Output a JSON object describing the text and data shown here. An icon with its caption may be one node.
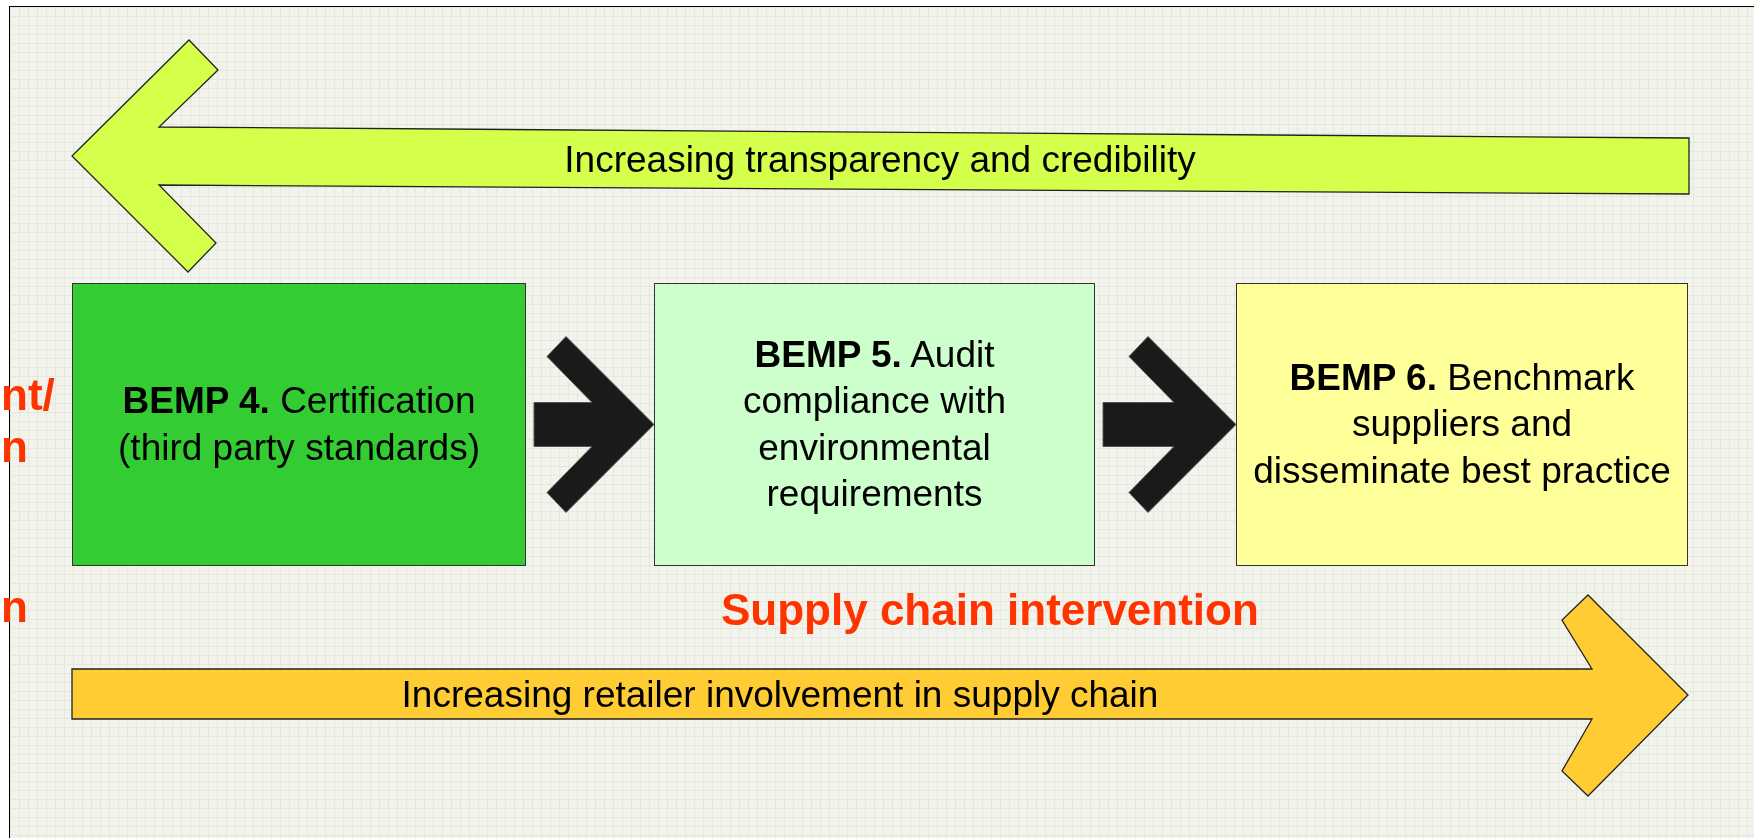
{
  "diagram": {
    "nodes": [
      {
        "text": [
          "Increasing transparency and credibility"
        ]
      },
      {
        "text": [
          "**BEMP 4.** Certification (third party standards)"
        ]
      },
      {
        "text": [
          "**BEMP 5.** Audit compliance with environmental requirements"
        ]
      },
      {
        "text": [
          "**BEMP 6.** Benchmark suppliers and disseminate best practice"
        ]
      },
      {
        "text": [
          "Increasing retailer involvement in supply chain"
        ]
      }
    ],
    "edges": [
      {
        "from": 1,
        "to": 2,
        "arrow": "to"
      },
      {
        "from": 2,
        "to": 3,
        "arrow": "to"
      }
    ],
    "labels": [
      "nt/",
      "n",
      "Supply chain intervention",
      "n"
    ]
  }
}
